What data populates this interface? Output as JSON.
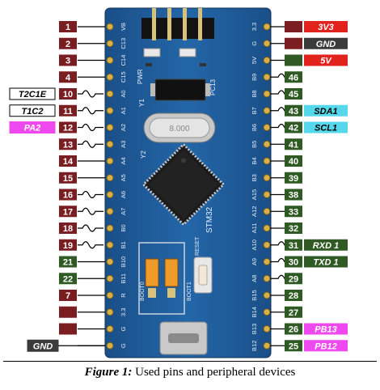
{
  "caption": {
    "label": "Figure 1:",
    "text": "Used pins and peripheral devices"
  },
  "board": {
    "left_header_labels": [
      "VB",
      "C13",
      "C14",
      "C15",
      "A0",
      "A1",
      "A2",
      "A3",
      "A4",
      "A5",
      "A6",
      "A7",
      "B0",
      "B1",
      "B10",
      "B11",
      "R",
      "3.3",
      "G",
      "G"
    ],
    "right_header_labels": [
      "3.3",
      "G",
      "5V",
      "B9",
      "B8",
      "B7",
      "B6",
      "B5",
      "B4",
      "B3",
      "A15",
      "A12",
      "A11",
      "A10",
      "A9",
      "A8",
      "B15",
      "B14",
      "B13",
      "B12"
    ],
    "chip_text": "STM32",
    "silkscreen": [
      "PWR",
      "PC13",
      "BOOT0",
      "BOOT1",
      "RESET",
      "Y1",
      "Y2"
    ],
    "crystal_text": "8.000"
  },
  "left_pins": [
    {
      "num": "1",
      "func": ""
    },
    {
      "num": "2",
      "func": ""
    },
    {
      "num": "3",
      "func": ""
    },
    {
      "num": "4",
      "func": ""
    },
    {
      "num": "10",
      "func": "T2C1E"
    },
    {
      "num": "11",
      "func": "T1C2"
    },
    {
      "num": "12",
      "func": "PA2"
    },
    {
      "num": "13",
      "func": ""
    },
    {
      "num": "14",
      "func": ""
    },
    {
      "num": "15",
      "func": ""
    },
    {
      "num": "16",
      "func": ""
    },
    {
      "num": "17",
      "func": ""
    },
    {
      "num": "18",
      "func": ""
    },
    {
      "num": "19",
      "func": ""
    },
    {
      "num": "21",
      "func": ""
    },
    {
      "num": "22",
      "func": ""
    },
    {
      "num": "7",
      "func": ""
    },
    {
      "num": "",
      "func": ""
    },
    {
      "num": "",
      "func": ""
    },
    {
      "num": "",
      "func": "GND"
    }
  ],
  "right_pins": [
    {
      "num": "",
      "func": "3V3"
    },
    {
      "num": "",
      "func": "GND"
    },
    {
      "num": "",
      "func": "5V"
    },
    {
      "num": "46",
      "func": ""
    },
    {
      "num": "45",
      "func": ""
    },
    {
      "num": "43",
      "func": "SDA1"
    },
    {
      "num": "42",
      "func": "SCL1"
    },
    {
      "num": "41",
      "func": ""
    },
    {
      "num": "40",
      "func": ""
    },
    {
      "num": "39",
      "func": ""
    },
    {
      "num": "38",
      "func": ""
    },
    {
      "num": "33",
      "func": ""
    },
    {
      "num": "32",
      "func": ""
    },
    {
      "num": "31",
      "func": "RXD 1"
    },
    {
      "num": "30",
      "func": "TXD 1"
    },
    {
      "num": "29",
      "func": ""
    },
    {
      "num": "28",
      "func": ""
    },
    {
      "num": "27",
      "func": ""
    },
    {
      "num": "26",
      "func": "PB13"
    },
    {
      "num": "25",
      "func": "PB12"
    }
  ],
  "colors": {
    "pin_red": "#7a1e22",
    "pin_green": "#2f5a24",
    "pin_dark": "#3b3b3b",
    "pin_bright_red": "#e1221d",
    "func_cyan": "#55d8ec",
    "func_magenta": "#ee49ee",
    "func_green": "#2f5a24",
    "board_blue": "#1f5c9a",
    "header_gold": "#d6b04a"
  }
}
